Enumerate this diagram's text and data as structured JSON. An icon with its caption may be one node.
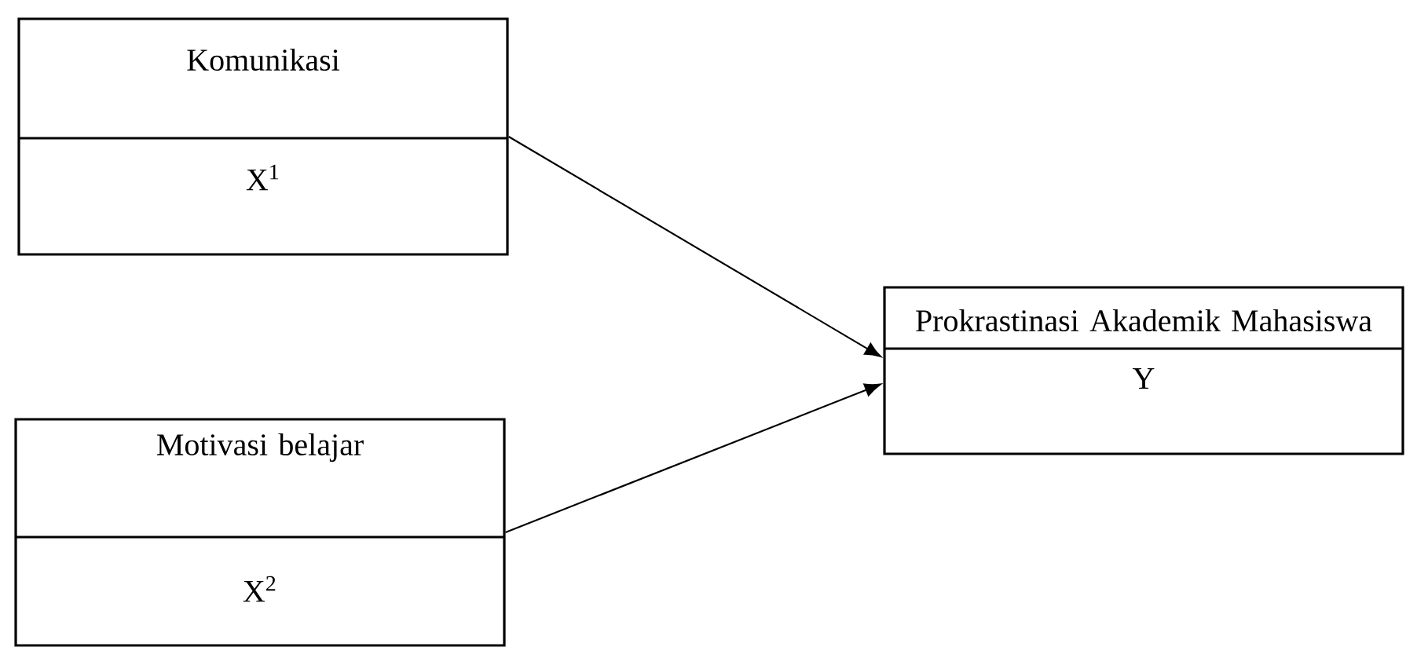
{
  "diagram": {
    "nodes": [
      {
        "text": [
          "Komunikasi",
          "X$^{1}$"
        ]
      },
      {
        "text": [
          "Motivasi belajar",
          "X$^{2}$"
        ]
      },
      {
        "text": [
          "Prokrastinasi Akademik Mahasiswa",
          "Y"
        ]
      }
    ],
    "edges": [
      {
        "from": 0,
        "to": 2,
        "arrow": "to"
      },
      {
        "from": 1,
        "to": 2,
        "arrow": "to"
      }
    ]
  }
}
